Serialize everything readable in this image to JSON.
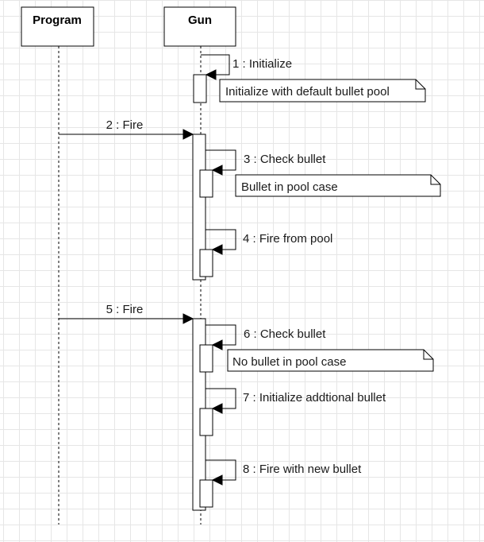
{
  "participants": {
    "program": {
      "label": "Program"
    },
    "gun": {
      "label": "Gun"
    }
  },
  "messages": [
    {
      "label": "1 : Initialize"
    },
    {
      "label": "2 : Fire"
    },
    {
      "label": "3 : Check bullet"
    },
    {
      "label": "4 : Fire from pool"
    },
    {
      "label": "5 : Fire"
    },
    {
      "label": "6 : Check bullet"
    },
    {
      "label": "7 : Initialize addtional bullet"
    },
    {
      "label": "8 : Fire with new bullet"
    }
  ],
  "notes": [
    {
      "label": "Initialize with default bullet pool"
    },
    {
      "label": "Bullet in pool case"
    },
    {
      "label": "No bullet in pool case"
    }
  ]
}
